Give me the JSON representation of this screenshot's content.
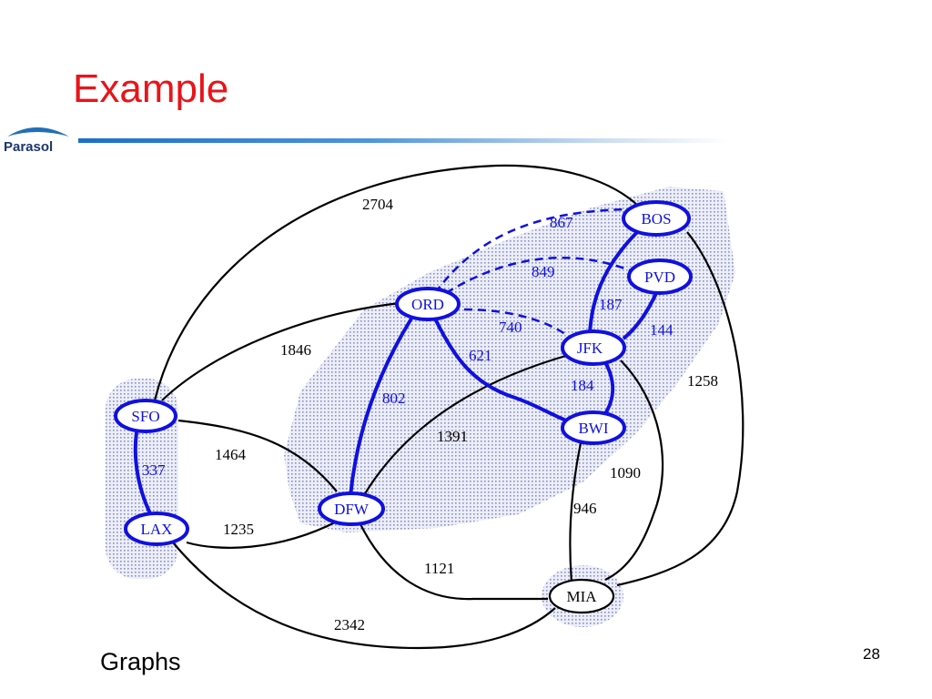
{
  "slide": {
    "title": "Example",
    "footer": "Graphs",
    "page_number": "28",
    "logo_text": "Parasol"
  },
  "colors": {
    "title": "#e8141a",
    "tree_edges": "#1010e0",
    "normal_edges": "#000000",
    "region_fill": "#dfe1f2"
  },
  "graph": {
    "nodes": [
      {
        "id": "sfo",
        "label": "SFO"
      },
      {
        "id": "lax",
        "label": "LAX"
      },
      {
        "id": "ord",
        "label": "ORD"
      },
      {
        "id": "dfw",
        "label": "DFW"
      },
      {
        "id": "bos",
        "label": "BOS"
      },
      {
        "id": "pvd",
        "label": "PVD"
      },
      {
        "id": "jfk",
        "label": "JFK"
      },
      {
        "id": "bwi",
        "label": "BWI"
      },
      {
        "id": "mia",
        "label": "MIA"
      }
    ],
    "edges": [
      {
        "id": "sfo-bos",
        "label": "2704"
      },
      {
        "id": "sfo-ord",
        "label": "1846"
      },
      {
        "id": "sfo-dfw",
        "label": "1464"
      },
      {
        "id": "lax-dfw",
        "label": "1235"
      },
      {
        "id": "lax-mia",
        "label": "2342"
      },
      {
        "id": "dfw-mia",
        "label": "1121"
      },
      {
        "id": "dfw-jfk",
        "label": "1391"
      },
      {
        "id": "bos-mia",
        "label": "1258"
      },
      {
        "id": "jfk-mia",
        "label": "1090"
      },
      {
        "id": "bwi-mia",
        "label": "946"
      },
      {
        "id": "ord-bos",
        "label": "867"
      },
      {
        "id": "ord-pvd",
        "label": "849"
      },
      {
        "id": "ord-jfk",
        "label": "740"
      },
      {
        "id": "ord-bwi",
        "label": "621"
      },
      {
        "id": "ord-dfw",
        "label": "802"
      },
      {
        "id": "bos-jfk",
        "label": "187"
      },
      {
        "id": "pvd-jfk",
        "label": "144"
      },
      {
        "id": "jfk-bwi",
        "label": "184"
      },
      {
        "id": "sfo-lax",
        "label": "337"
      }
    ]
  }
}
